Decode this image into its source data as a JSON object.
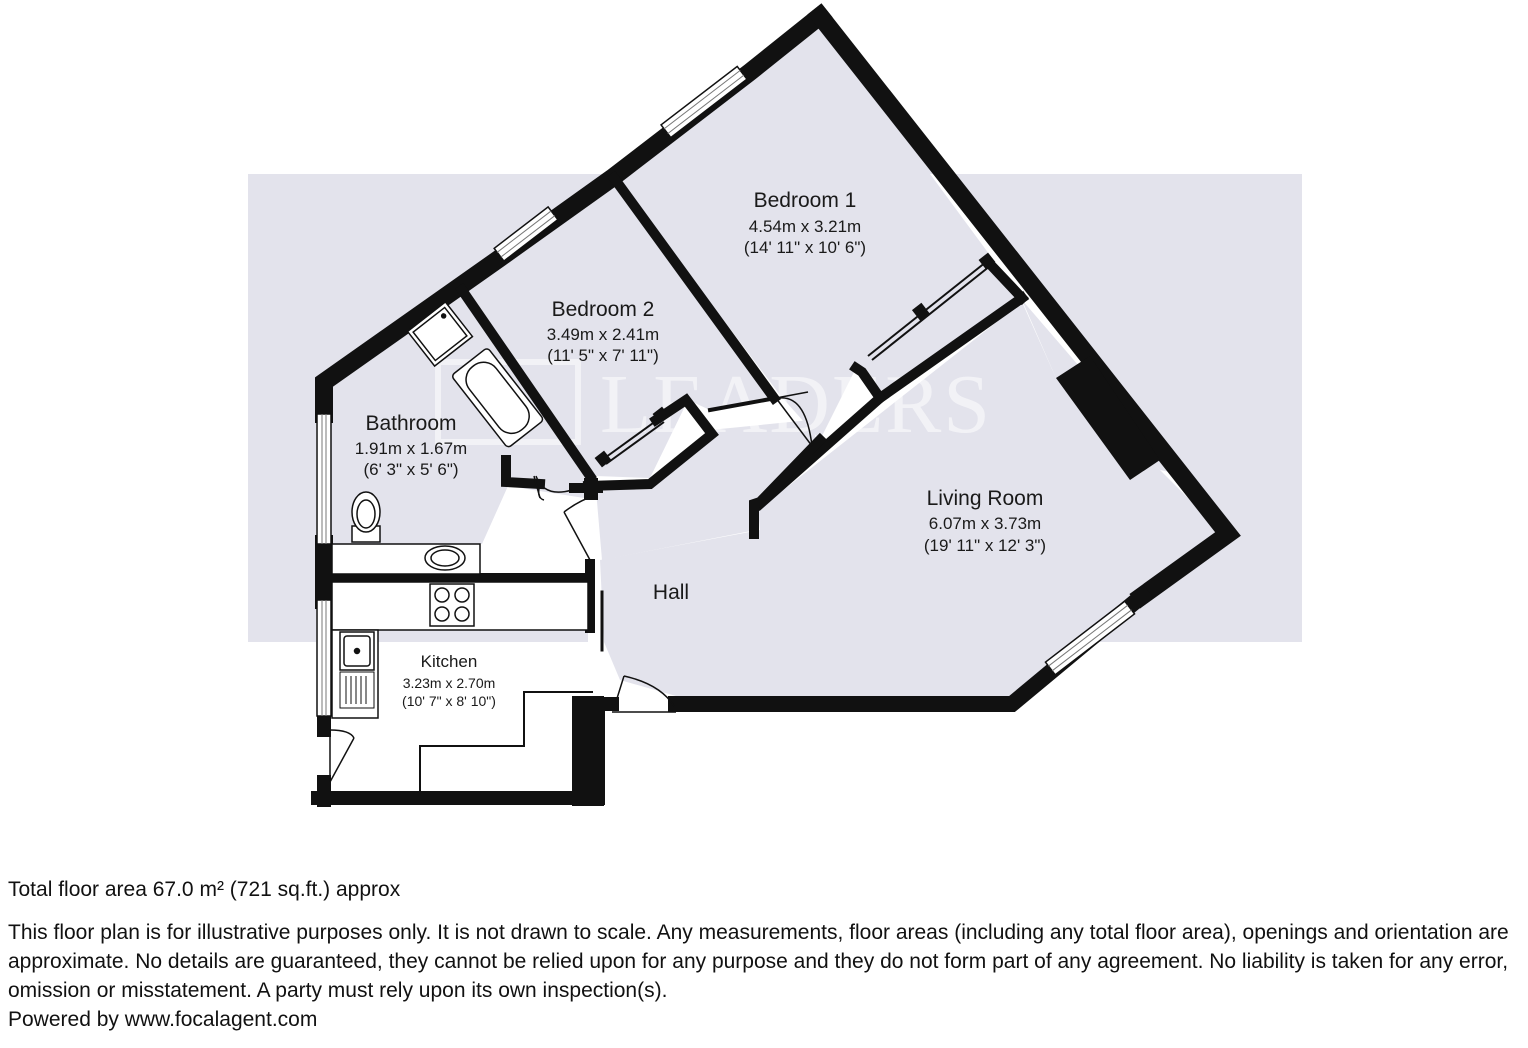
{
  "watermark": "LEADERS",
  "rooms": {
    "bedroom1": {
      "name": "Bedroom 1",
      "metric": "4.54m x 3.21m",
      "imperial": "(14' 11\" x 10' 6\")"
    },
    "bedroom2": {
      "name": "Bedroom 2",
      "metric": "3.49m x 2.41m",
      "imperial": "(11' 5\" x 7' 11\")"
    },
    "bathroom": {
      "name": "Bathroom",
      "metric": "1.91m x 1.67m",
      "imperial": "(6' 3\" x 5' 6\")"
    },
    "living": {
      "name": "Living Room",
      "metric": "6.07m x 3.73m",
      "imperial": "(19' 11\" x 12' 3\")"
    },
    "hall": {
      "name": "Hall"
    },
    "kitchen": {
      "name": "Kitchen",
      "metric": "3.23m x 2.70m",
      "imperial": "(10' 7\" x 8' 10\")"
    }
  },
  "footer": {
    "total_area": "Total floor area 67.0 m² (721 sq.ft.) approx",
    "disclaimer": "This floor plan is for illustrative purposes only. It is not drawn to scale. Any measurements, floor areas (including any total floor area), openings and orientation are approximate. No details are guaranteed, they cannot be relied upon for any purpose and they do not form part of any agreement. No liability is taken for any error, omission or misstatement. A party must rely upon its own inspection(s).",
    "powered_by": "Powered by www.focalagent.com"
  },
  "colors": {
    "background_band": "#e3e3ec",
    "wall": "#111111",
    "floor": "#ffffff"
  }
}
